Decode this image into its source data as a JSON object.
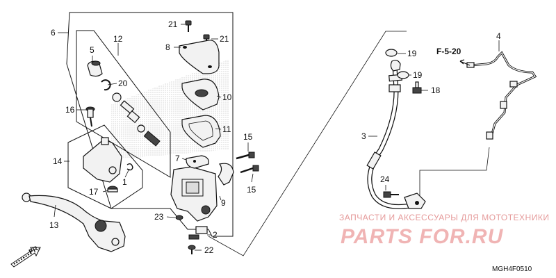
{
  "diagram": {
    "callouts": [
      {
        "id": "c6",
        "label": "6"
      },
      {
        "id": "c12",
        "label": "12"
      },
      {
        "id": "c5",
        "label": "5"
      },
      {
        "id": "c20",
        "label": "20"
      },
      {
        "id": "c16",
        "label": "16"
      },
      {
        "id": "c14",
        "label": "14"
      },
      {
        "id": "c1",
        "label": "1"
      },
      {
        "id": "c17",
        "label": "17"
      },
      {
        "id": "c13",
        "label": "13"
      },
      {
        "id": "c21a",
        "label": "21"
      },
      {
        "id": "c21b",
        "label": "21"
      },
      {
        "id": "c8",
        "label": "8"
      },
      {
        "id": "c10",
        "label": "10"
      },
      {
        "id": "c11",
        "label": "11"
      },
      {
        "id": "c15a",
        "label": "15"
      },
      {
        "id": "c15b",
        "label": "15"
      },
      {
        "id": "c7",
        "label": "7"
      },
      {
        "id": "c9",
        "label": "9"
      },
      {
        "id": "c23",
        "label": "23"
      },
      {
        "id": "c2",
        "label": "2"
      },
      {
        "id": "c22",
        "label": "22"
      },
      {
        "id": "c19a",
        "label": "19"
      },
      {
        "id": "c19b",
        "label": "19"
      },
      {
        "id": "c18",
        "label": "18"
      },
      {
        "id": "c3",
        "label": "3"
      },
      {
        "id": "c24",
        "label": "24"
      },
      {
        "id": "c4",
        "label": "4"
      }
    ],
    "reference": "F-5-20",
    "front_marker": "FR.",
    "diagram_code": "MGH4F0510",
    "watermark": {
      "line1": "ЗАПЧАСТИ И АКСЕССУАРЫ ДЛЯ МОТОТЕХНИКИ",
      "line2": "PARTS FOR.RU"
    }
  }
}
